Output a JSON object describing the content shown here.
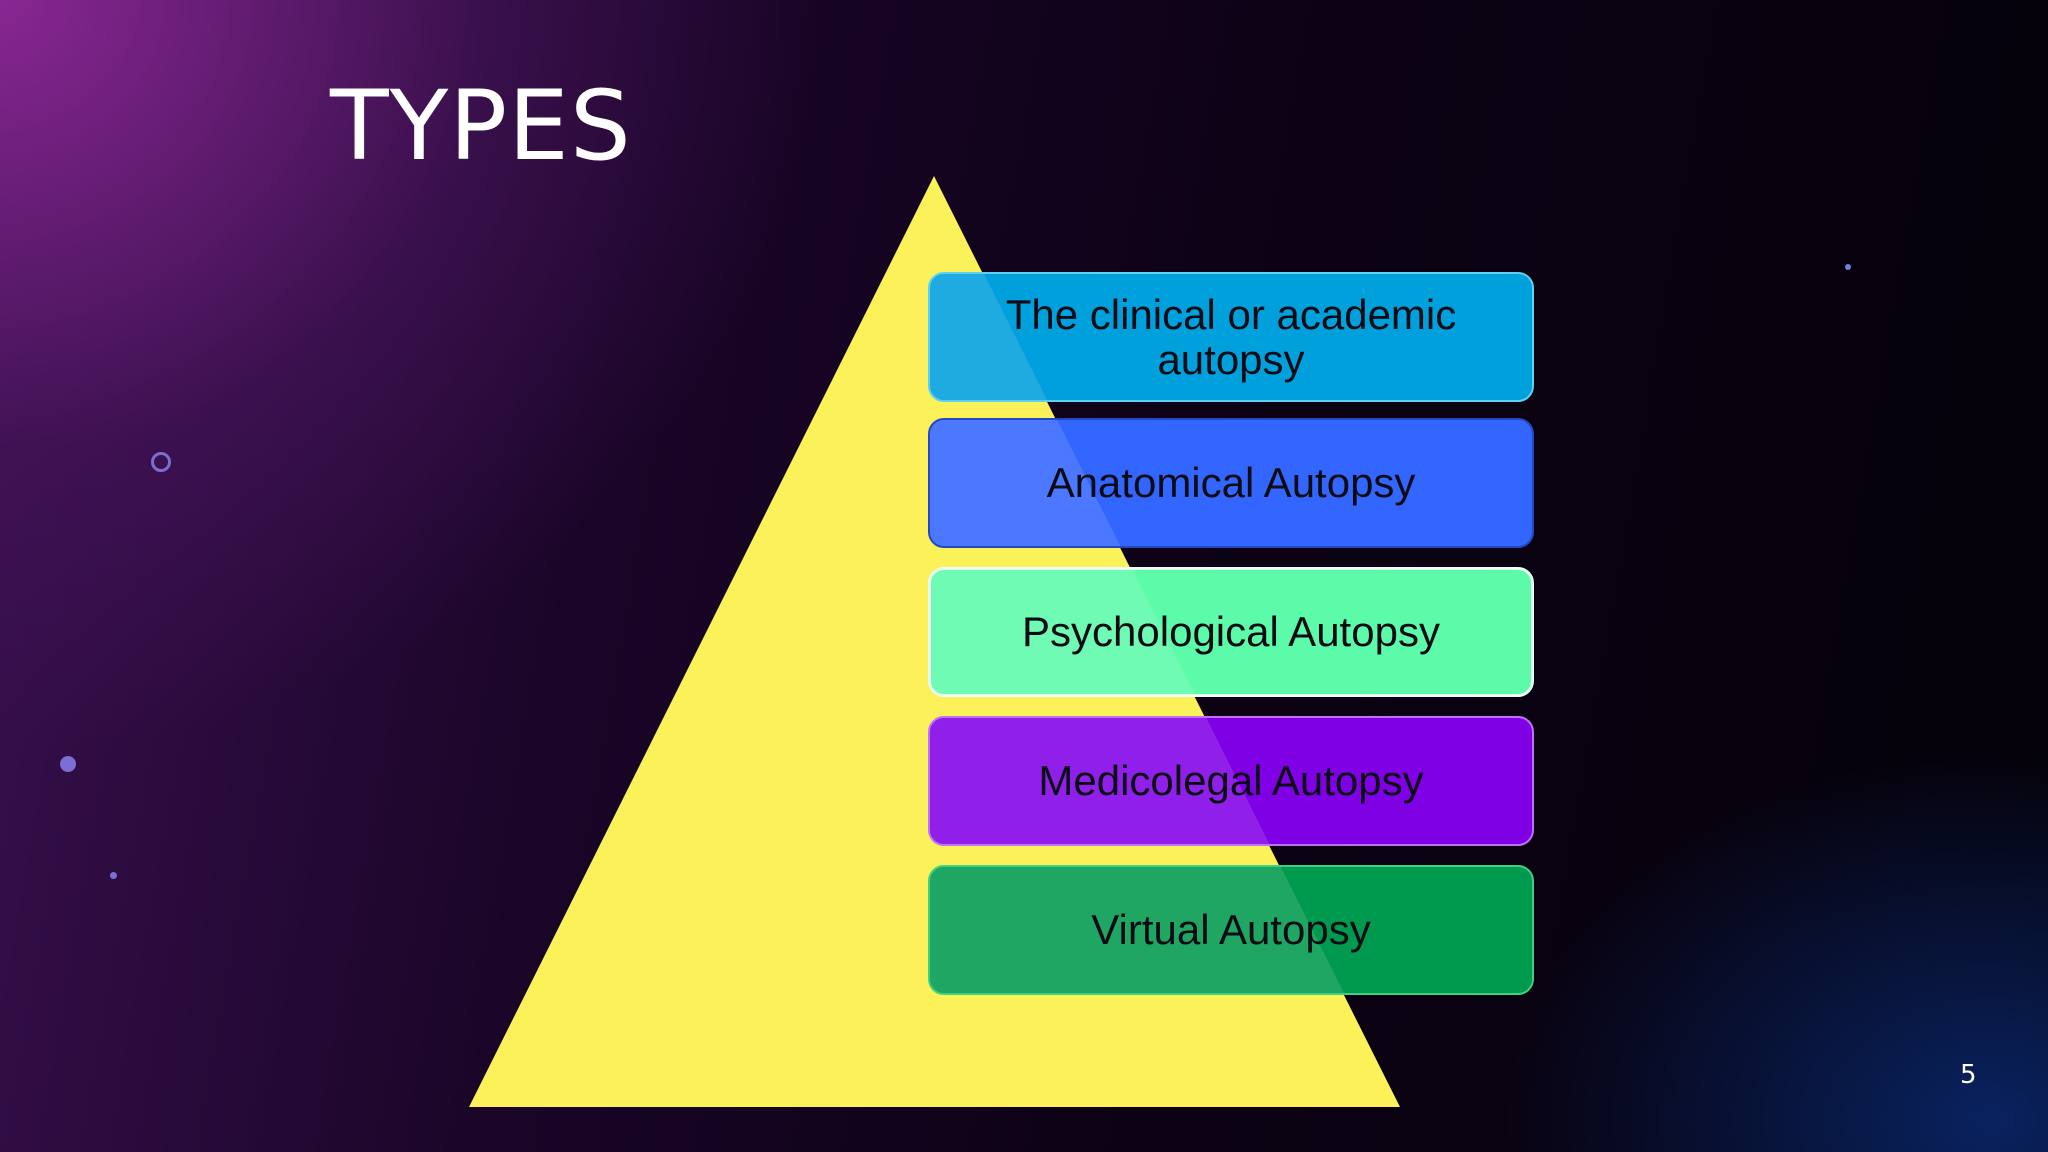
{
  "slide": {
    "title": "TYPES",
    "page_number": "5"
  },
  "diagram": {
    "shape": "pyramid",
    "pyramid_color": "#FAF258",
    "items": [
      {
        "label": "The clinical or academic autopsy",
        "color": "#00A0DC"
      },
      {
        "label": "Anatomical Autopsy",
        "color": "#3366FF"
      },
      {
        "label": "Psychological Autopsy",
        "color": "#5CFBA9"
      },
      {
        "label": "Medicolegal Autopsy",
        "color": "#8000E6"
      },
      {
        "label": "Virtual Autopsy",
        "color": "#009A4E"
      }
    ]
  }
}
